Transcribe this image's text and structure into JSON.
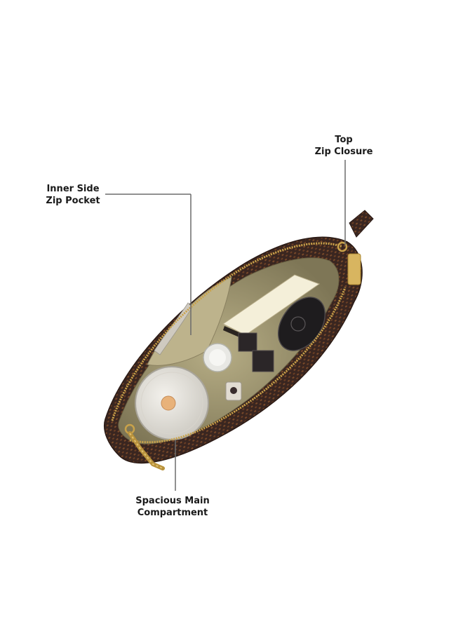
{
  "callouts": {
    "top_zip": {
      "line1": "Top",
      "line2": "Zip Closure"
    },
    "inner_pocket": {
      "line1": "Inner Side",
      "line2": "Zip Pocket"
    },
    "main_compartment": {
      "line1": "Spacious Main",
      "line2": "Compartment"
    }
  },
  "colors": {
    "bag_outer": "#3a2620",
    "bag_pattern": "#7a4a2a",
    "lining": "#a8a078",
    "zipper": "#c9a24a",
    "callout_line": "#6b6b6b"
  }
}
